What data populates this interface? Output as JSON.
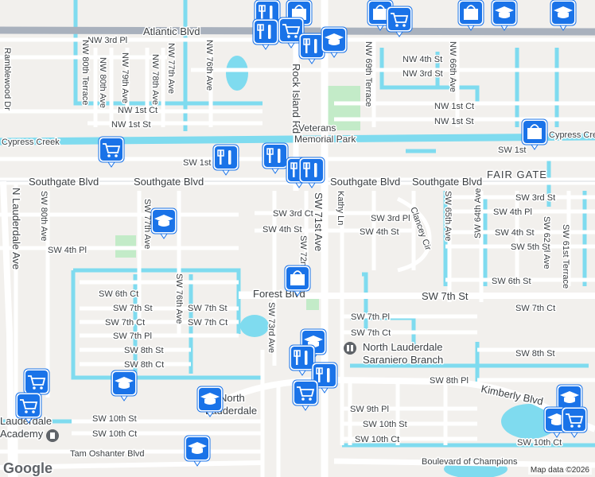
{
  "branding": {
    "logo": "Google",
    "attribution": "Map data ©2026"
  },
  "labels": {
    "atlantic_blvd": "Atlantic Blvd",
    "southgate_blvd_1": "Southgate Blvd",
    "southgate_blvd_2": "Southgate Blvd",
    "southgate_blvd_3": "Southgate Blvd",
    "sw_7th_st": "SW 7th St",
    "kimberly_blvd": "Kimberly Blvd",
    "boulevard_of_champions": "Boulevard of Champions",
    "tam_oshanter_blvd": "Tam Oshanter Blvd",
    "sw_71st_ave": "SW 71st Ave",
    "n_lauderdale_ave": "N Lauderdale Ave",
    "rock_island_rd": "Rock Island Rd",
    "cypress_creek": "Cypress Creek",
    "fair_gate": "FAIR GATE",
    "veterans_park_1": "Veterans",
    "veterans_park_2": "Memorial Park",
    "north_lauderdale_1": "North",
    "north_lauderdale_2": "Lauderdale",
    "library_1": "North Lauderdale",
    "library_2": "Saraniero Branch",
    "academy_1": "Lauderdale",
    "academy_2": "Academy",
    "forest_blvd": "Forest Blvd",
    "ramblewood_dr": "Ramblewood Dr",
    "kathy_ln": "Kathy Ln",
    "clancey_cir": "Clancey Cir",
    "nw_3rd_pl": "NW 3rd Pl",
    "nw_80th_terrace": "NW 80th Terrace",
    "nw_80th_ave": "NW 80th Ave",
    "nw_79th_ave": "NW 79th Ave",
    "nw_78th_ave": "NW 78th Ave",
    "nw_77th_ave": "NW 77th Ave",
    "nw_76th_ave": "NW 76th Ave",
    "nw_1st_ct_w": "NW 1st Ct",
    "nw_1st_st_w": "NW 1st St",
    "nw_69th_terrace": "NW 69th Terrace",
    "nw_66th_ave": "NW 66th Ave",
    "nw_4th_st": "NW 4th St",
    "nw_3rd_st": "NW 3rd St",
    "nw_1st_ct_e": "NW 1st Ct",
    "nw_1st_st_e": "NW 1st St",
    "sw_1st_w": "SW 1st",
    "sw_1st_e": "SW 1st",
    "sw_80th_ave": "SW 80th Ave",
    "sw_77th_ave": "SW 77th Ave",
    "sw_76th_ave": "SW 76th Ave",
    "sw_73rd_ave": "SW 73rd Ave",
    "sw_72nd": "SW 72n",
    "sw_65th_ave": "SW 65th Ave",
    "sw_64th_ave": "SW 64th Ave",
    "sw_62nd_ave": "SW 62nd Ave",
    "sw_61st_terrace": "SW 61st Terrace",
    "sw_3rd_ct": "SW 3rd Ct",
    "sw_4th_st_mid": "SW 4th St",
    "sw_3rd_pl": "SW 3rd Pl",
    "sw_4th_st_e": "SW 4th St",
    "sw_3rd_st": "SW 3rd St",
    "sw_4th_pl_e": "SW 4th Pl",
    "sw_4th_st_far": "SW 4th St",
    "sw_5th_st": "SW 5th St",
    "sw_4th_pl_w": "SW 4th Pl",
    "sw_6th_ct": "SW 6th Ct",
    "sw_6th_st": "SW 6th St",
    "sw_7th_st_w1": "SW 7th St",
    "sw_7th_st_w2": "SW 7th St",
    "sw_7th_ct_w1": "SW 7th Ct",
    "sw_7th_ct_w2": "SW 7th Ct",
    "sw_7th_pl_w": "SW 7th Pl",
    "sw_8th_st_w": "SW 8th St",
    "sw_8th_ct_w": "SW 8th Ct",
    "sw_10th_st_w": "SW 10th St",
    "sw_10th_ct_w": "SW 10th Ct",
    "sw_7th_pl_m": "SW 7th Pl",
    "sw_7th_ct_m": "SW 7th Ct",
    "sw_7th_ct_e": "SW 7th Ct",
    "sw_8th_st_e": "SW 8th St",
    "sw_8th_pl_e": "SW 8th Pl",
    "sw_9th_pl": "SW 9th Pl",
    "sw_10th_st_m": "SW 10th St",
    "sw_10th_ct_m": "SW 10th Ct",
    "sw_10th_ct_e": "SW 10th Ct"
  },
  "poi_icons": [
    "restaurant-icon",
    "shopping-bag-icon",
    "shopping-cart-icon",
    "school-icon",
    "library-icon"
  ],
  "colors": {
    "background": "#f2f0ed",
    "road": "#ffffff",
    "arterial": "#a9b1bd",
    "water": "#7fdbef",
    "park": "#c3ebc8",
    "pin": "#1a73e8"
  }
}
